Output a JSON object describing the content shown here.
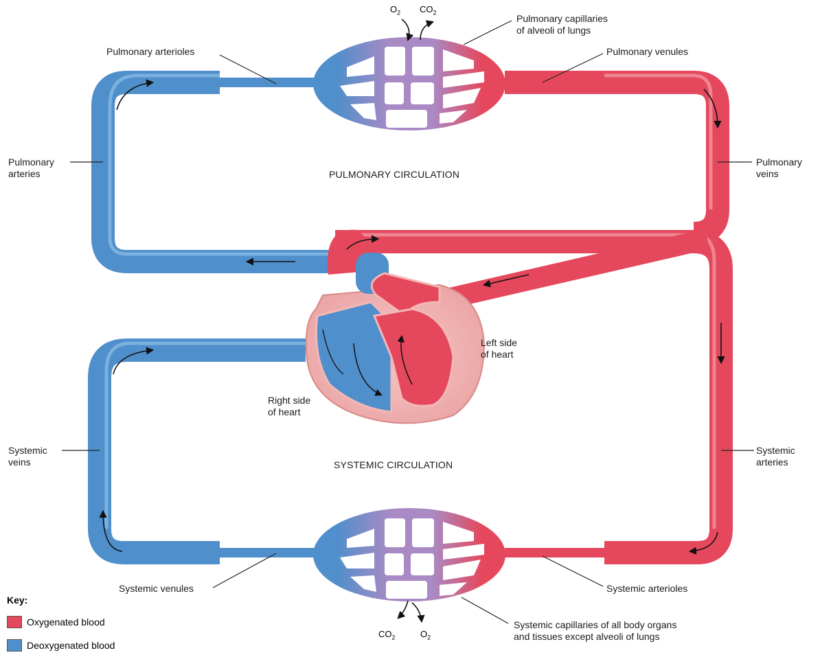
{
  "colors": {
    "oxygenated": "#e5485c",
    "deoxygenated": "#4f8fcb",
    "mixed": "#a98ac4"
  },
  "circulation_labels": {
    "pulmonary": "PULMONARY CIRCULATION",
    "systemic": "SYSTEMIC CIRCULATION"
  },
  "labels": {
    "pulmonary_arterioles": "Pulmonary arterioles",
    "pulmonary_capillaries_line1": "Pulmonary capillaries",
    "pulmonary_capillaries_line2": "of alveoli of lungs",
    "pulmonary_venules": "Pulmonary venules",
    "pulmonary_arteries_line1": "Pulmonary",
    "pulmonary_arteries_line2": "arteries",
    "pulmonary_veins_line1": "Pulmonary",
    "pulmonary_veins_line2": "veins",
    "left_heart_line1": "Left side",
    "left_heart_line2": "of heart",
    "right_heart_line1": "Right side",
    "right_heart_line2": "of heart",
    "systemic_veins_line1": "Systemic",
    "systemic_veins_line2": "veins",
    "systemic_arteries_line1": "Systemic",
    "systemic_arteries_line2": "arteries",
    "systemic_venules": "Systemic venules",
    "systemic_arterioles": "Systemic arterioles",
    "systemic_capillaries_line1": "Systemic capillaries of all body organs",
    "systemic_capillaries_line2": "and tissues except alveoli of lungs"
  },
  "gases": {
    "o2": "O",
    "co2": "CO",
    "subscript": "2"
  },
  "key": {
    "title": "Key:",
    "items": [
      {
        "label": "Oxygenated blood"
      },
      {
        "label": "Deoxygenated blood"
      }
    ]
  }
}
